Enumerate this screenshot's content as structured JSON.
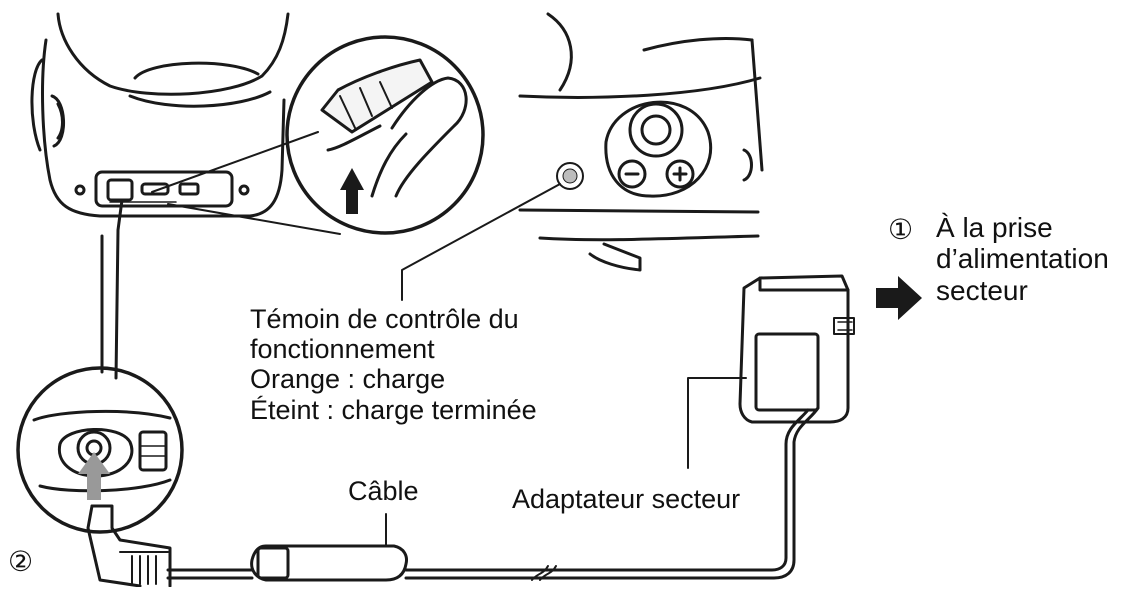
{
  "diagram": {
    "step1_marker": "①",
    "step2_marker": "②",
    "outlet_label": [
      "À la prise",
      "d’alimentation",
      "secteur"
    ],
    "indicator_label": [
      "Témoin de contrôle du",
      "fonctionnement"
    ],
    "status_lines": [
      "Orange : charge",
      "Éteint : charge terminée"
    ],
    "cable_label": "Câble",
    "adapter_label": "Adaptateur secteur"
  }
}
